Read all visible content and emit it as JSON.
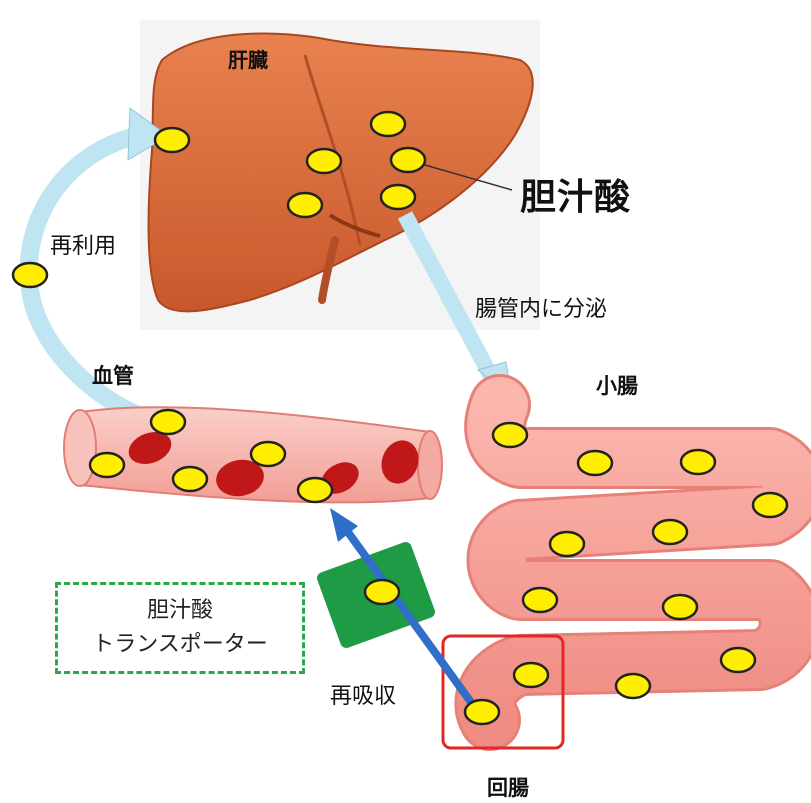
{
  "labels": {
    "liver": "肝臓",
    "bile_acid": "胆汁酸",
    "reuse": "再利用",
    "secretion": "腸管内に分泌",
    "blood_vessel": "血管",
    "small_intestine": "小腸",
    "reabsorption": "再吸収",
    "ileum": "回腸",
    "transporter_line1": "胆汁酸",
    "transporter_line2": "トランスポーター"
  },
  "colors": {
    "bile_acid_dot": "#ffee00",
    "liver": "#d9693a",
    "intestine": "#f7a39b",
    "blood_vessel": "#f6b7b0",
    "red_blood_cell": "#c01818",
    "transporter": "#1f9a45",
    "arrow_reabsorption": "#2f6fc8",
    "arrow_flow": "#bfe4f2",
    "ileum_frame": "#e32626"
  },
  "icons": [
    "bile-acid-dot",
    "red-blood-cell",
    "liver",
    "small-intestine",
    "blood-vessel",
    "transporter-square"
  ]
}
